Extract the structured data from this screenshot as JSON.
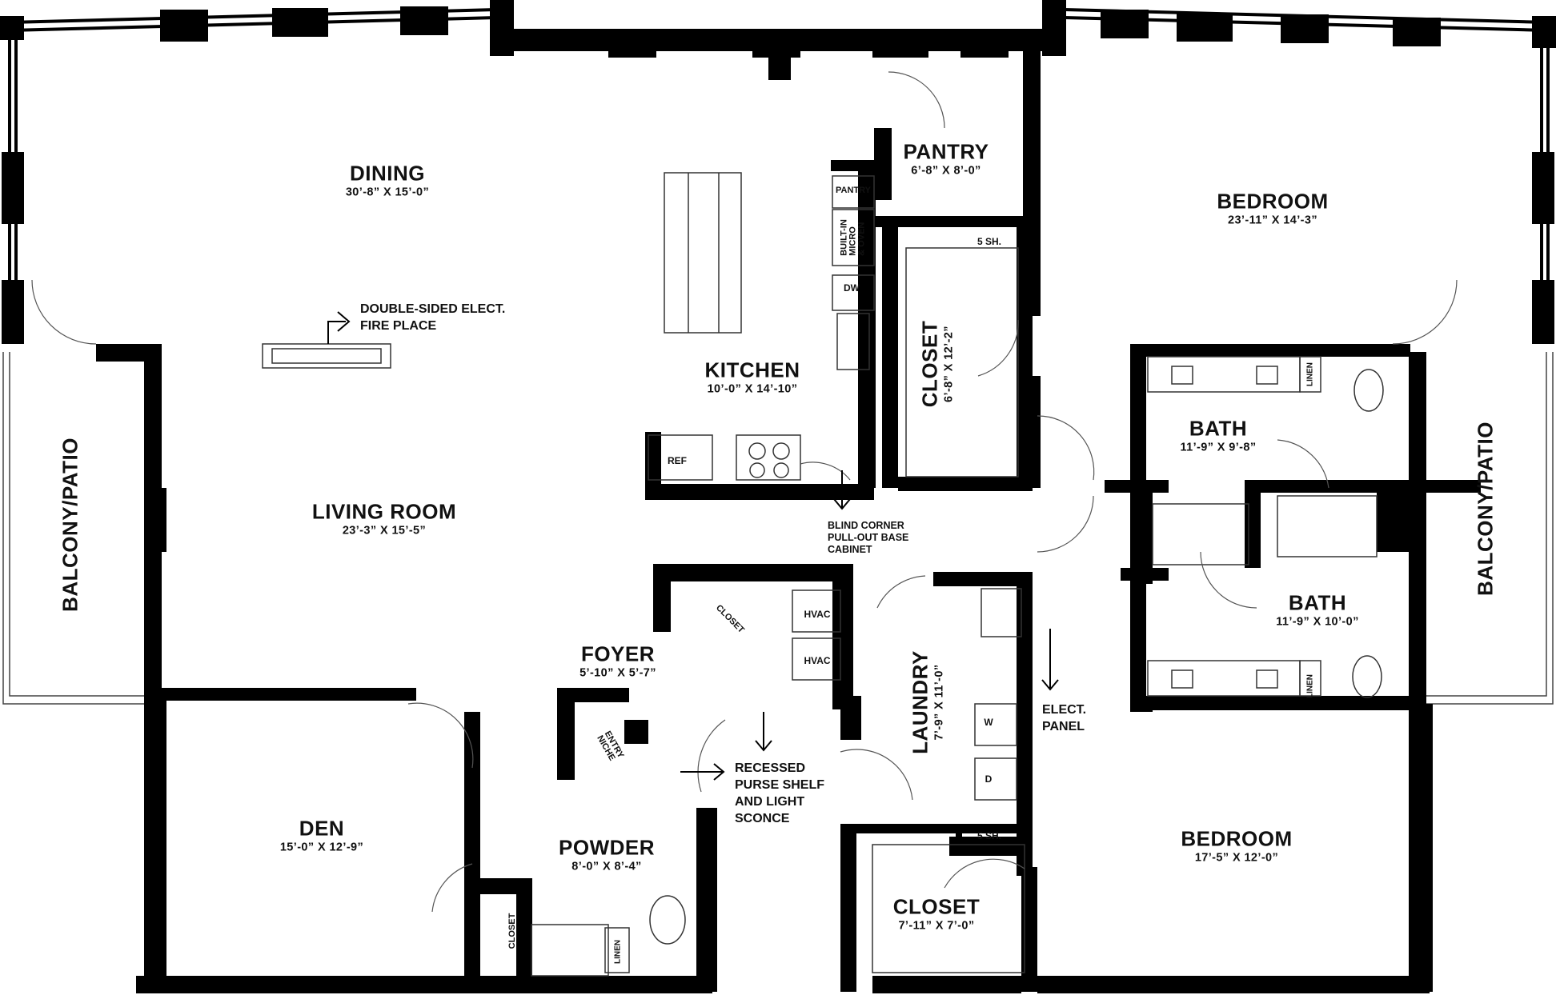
{
  "rooms": {
    "dining": {
      "name": "DINING",
      "dim": "30’-8” X 15’-0”"
    },
    "living": {
      "name": "LIVING ROOM",
      "dim": "23’-3” X 15’-5”"
    },
    "kitchen": {
      "name": "KITCHEN",
      "dim": "10’-0” X 14’-10”"
    },
    "pantry": {
      "name": "PANTRY",
      "dim": "6’-8” X 8’-0”"
    },
    "bedroom1": {
      "name": "BEDROOM",
      "dim": "23’-11” X 14’-3”"
    },
    "closet1": {
      "name": "CLOSET",
      "dim": "6’-8” X 12’-2”"
    },
    "bath1": {
      "name": "BATH",
      "dim": "11’-9” X 9’-8”"
    },
    "bath2": {
      "name": "BATH",
      "dim": "11’-9” X 10’-0”"
    },
    "foyer": {
      "name": "FOYER",
      "dim": "5’-10” X 5’-7”"
    },
    "laundry": {
      "name": "LAUNDRY",
      "dim": "7’-9” X 11’-0”"
    },
    "den": {
      "name": "DEN",
      "dim": "15’-0” X 12’-9”"
    },
    "powder": {
      "name": "POWDER",
      "dim": "8’-0” X 8’-4”"
    },
    "bedroom2": {
      "name": "BEDROOM",
      "dim": "17’-5” X 12’-0”"
    },
    "closet2": {
      "name": "CLOSET",
      "dim": "7’-11” X 7’-0”"
    },
    "balcony_left": {
      "name": "BALCONY/PATIO"
    },
    "balcony_right": {
      "name": "BALCONY/PATIO"
    }
  },
  "callouts": {
    "fireplace": [
      "DOUBLE-SIDED ELECT.",
      "FIRE PLACE"
    ],
    "blind_corner": [
      "BLIND CORNER",
      "PULL-OUT BASE",
      "CABINET"
    ],
    "purse_shelf": [
      "RECESSED",
      "PURSE SHELF",
      "AND LIGHT",
      "SCONCE"
    ],
    "elect_panel": [
      "ELECT.",
      "PANEL"
    ]
  },
  "fixtures": {
    "pantry_cab": "PANTRY",
    "built_in": [
      "BUILT-IN",
      "MICRO",
      "& OVEN"
    ],
    "dw": "DW",
    "ref": "REF",
    "shelf_top": "5 SH.",
    "shelf_bottom": "5 SH.",
    "linen_top": "LINEN",
    "linen_mid": "LINEN",
    "linen_powder": "LINEN",
    "hvac1": "HVAC",
    "hvac2": "HVAC",
    "foyer_closet": "CLOSET",
    "entry_niche": [
      "ENTRY",
      "NICHE"
    ],
    "washer": "W",
    "dryer": "D",
    "den_closet": "CLOSET"
  },
  "colors": {
    "wall": "#000000",
    "line": "#333333",
    "background": "#ffffff"
  }
}
